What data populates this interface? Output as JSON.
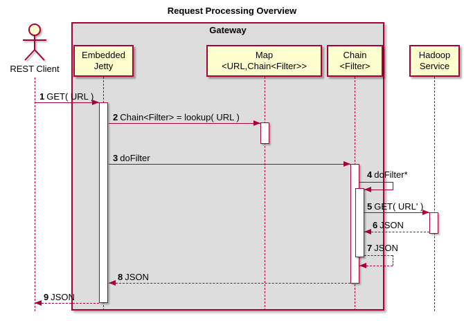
{
  "title": "Request Processing Overview",
  "group": {
    "label": "Gateway"
  },
  "actor": {
    "label": "REST Client"
  },
  "participants": [
    {
      "id": "embedded-jetty",
      "line1": "Embedded",
      "line2": "Jetty"
    },
    {
      "id": "map-url-chain-filter",
      "line1": "Map",
      "line2": "<URL,Chain<Filter>>"
    },
    {
      "id": "chain-filter",
      "line1": "Chain",
      "line2": "<Filter>"
    },
    {
      "id": "hadoop-service",
      "line1": "Hadoop",
      "line2": "Service"
    }
  ],
  "messages": [
    {
      "num": "1",
      "text": "GET( URL )",
      "from": "REST Client",
      "to": "Embedded Jetty",
      "style": "solid"
    },
    {
      "num": "2",
      "text": "Chain<Filter> = lookup( URL )",
      "from": "Embedded Jetty",
      "to": "Map <URL,Chain<Filter>>",
      "style": "solid"
    },
    {
      "num": "3",
      "text": "doFilter",
      "from": "Embedded Jetty",
      "to": "Chain <Filter>",
      "style": "solid"
    },
    {
      "num": "4",
      "text": "doFilter*",
      "from": "Chain <Filter>",
      "to": "Chain <Filter>",
      "style": "solid-self"
    },
    {
      "num": "5",
      "text": "GET( URL' )",
      "from": "Chain <Filter>",
      "to": "Hadoop Service",
      "style": "solid"
    },
    {
      "num": "6",
      "text": "JSON",
      "from": "Hadoop Service",
      "to": "Chain <Filter>",
      "style": "dashed"
    },
    {
      "num": "7",
      "text": "JSON",
      "from": "Chain <Filter>",
      "to": "Chain <Filter>",
      "style": "dashed-self"
    },
    {
      "num": "8",
      "text": "JSON",
      "from": "Chain <Filter>",
      "to": "Embedded Jetty",
      "style": "dashed"
    },
    {
      "num": "9",
      "text": "JSON",
      "from": "Embedded Jetty",
      "to": "REST Client",
      "style": "dashed"
    }
  ],
  "colors": {
    "line": "#A80036",
    "participant_fill": "#FEFECE",
    "group_fill": "#DDDDDD",
    "activation_fill": "#FFFFFF"
  }
}
